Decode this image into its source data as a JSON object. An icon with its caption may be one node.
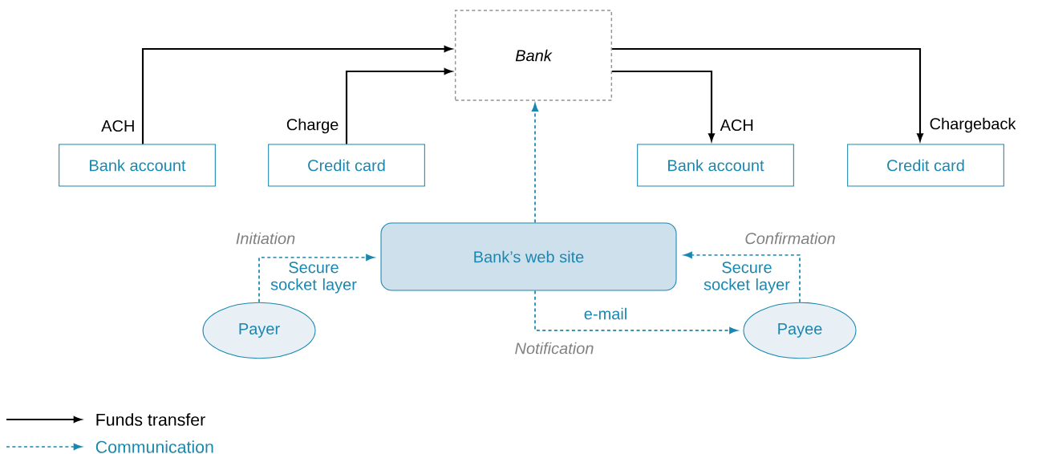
{
  "diagram": {
    "nodes": [
      {
        "text": [
          "Bank"
        ]
      },
      {
        "text": [
          "Bank account"
        ]
      },
      {
        "text": [
          "Credit card"
        ]
      },
      {
        "text": [
          "Bank account"
        ]
      },
      {
        "text": [
          "Credit card"
        ]
      },
      {
        "text": [
          "Bank’s web site"
        ]
      },
      {
        "text": [
          "Payer"
        ]
      },
      {
        "text": [
          "Payee"
        ]
      }
    ],
    "edges": [
      {
        "from": 1,
        "to": 0,
        "arrow": "to",
        "label": "ACH"
      },
      {
        "from": 2,
        "to": 0,
        "arrow": "to",
        "label": "Charge"
      },
      {
        "from": 0,
        "to": 3,
        "arrow": "to",
        "label": "ACH"
      },
      {
        "from": 0,
        "to": 4,
        "arrow": "to",
        "label": "Chargeback"
      },
      {
        "from": 5,
        "to": 0,
        "arrow": "to",
        "style": "dashed",
        "color": "#1a87b0"
      },
      {
        "from": 6,
        "to": 5,
        "arrow": "to",
        "label": "Secure socket layer",
        "style": "dashed",
        "color": "#1a87b0"
      },
      {
        "from": 7,
        "to": 5,
        "arrow": "to",
        "label": "Secure socket layer",
        "style": "dashed",
        "color": "#1a87b0"
      },
      {
        "from": 5,
        "to": 7,
        "arrow": "to",
        "label": "e-mail",
        "style": "dashed",
        "color": "#1a87b0"
      }
    ],
    "labels": [
      "Initiation",
      "Confirmation",
      "Notification"
    ],
    "legend": [
      {
        "text": "Funds transfer"
      },
      {
        "text": "Communication"
      }
    ]
  }
}
